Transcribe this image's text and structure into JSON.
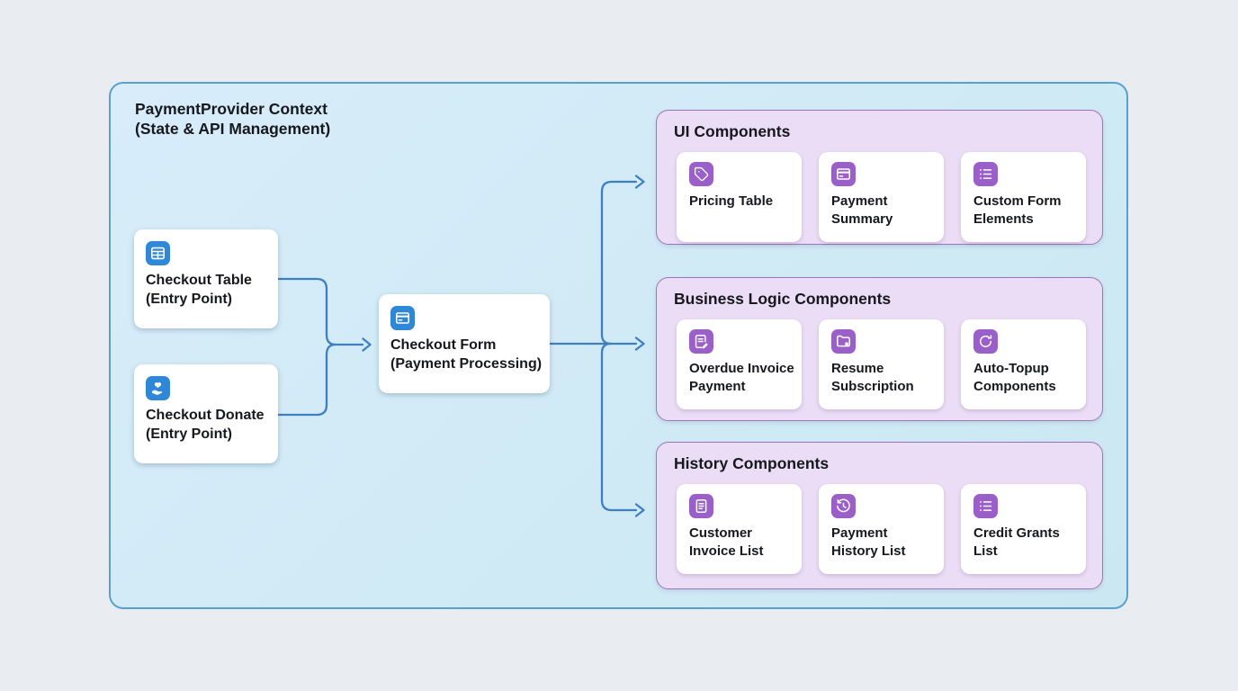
{
  "colors": {
    "page_bg": "#e9edf2",
    "container_border": "#58a0cf",
    "container_bg": "#d3eaf7",
    "section_border": "#9b77ba",
    "section_bg": "#ecddf6",
    "card_bg": "#ffffff",
    "node_icon_bg": "#2f87d8",
    "card_icon_bg": "#9a5fc8",
    "arrow": "#3e80bf",
    "text": "#16181d"
  },
  "container": {
    "title": "PaymentProvider Context\n(State & API Management)"
  },
  "nodes": [
    {
      "label": "Checkout Table\n(Entry Point)",
      "icon": "table"
    },
    {
      "label": "Checkout Donate\n(Entry Point)",
      "icon": "hand-heart"
    },
    {
      "label": "Checkout Form\n(Payment Processing)",
      "icon": "credit-card"
    }
  ],
  "sections": [
    {
      "title": "UI Components",
      "cards": [
        {
          "label": "Pricing Table",
          "icon": "tag"
        },
        {
          "label": "Payment\nSummary",
          "icon": "credit-card"
        },
        {
          "label": "Custom Form\nElements",
          "icon": "list"
        }
      ]
    },
    {
      "title": "Business Logic Components",
      "cards": [
        {
          "label": "Overdue Invoice\nPayment",
          "icon": "file-pen"
        },
        {
          "label": "Resume\nSubscription",
          "icon": "folder-sync"
        },
        {
          "label": "Auto-Topup\nComponents",
          "icon": "refresh"
        }
      ]
    },
    {
      "title": "History Components",
      "cards": [
        {
          "label": "Customer\nInvoice List",
          "icon": "file-lines"
        },
        {
          "label": "Payment\nHistory List",
          "icon": "history"
        },
        {
          "label": "Credit Grants\nList",
          "icon": "list"
        }
      ]
    }
  ]
}
